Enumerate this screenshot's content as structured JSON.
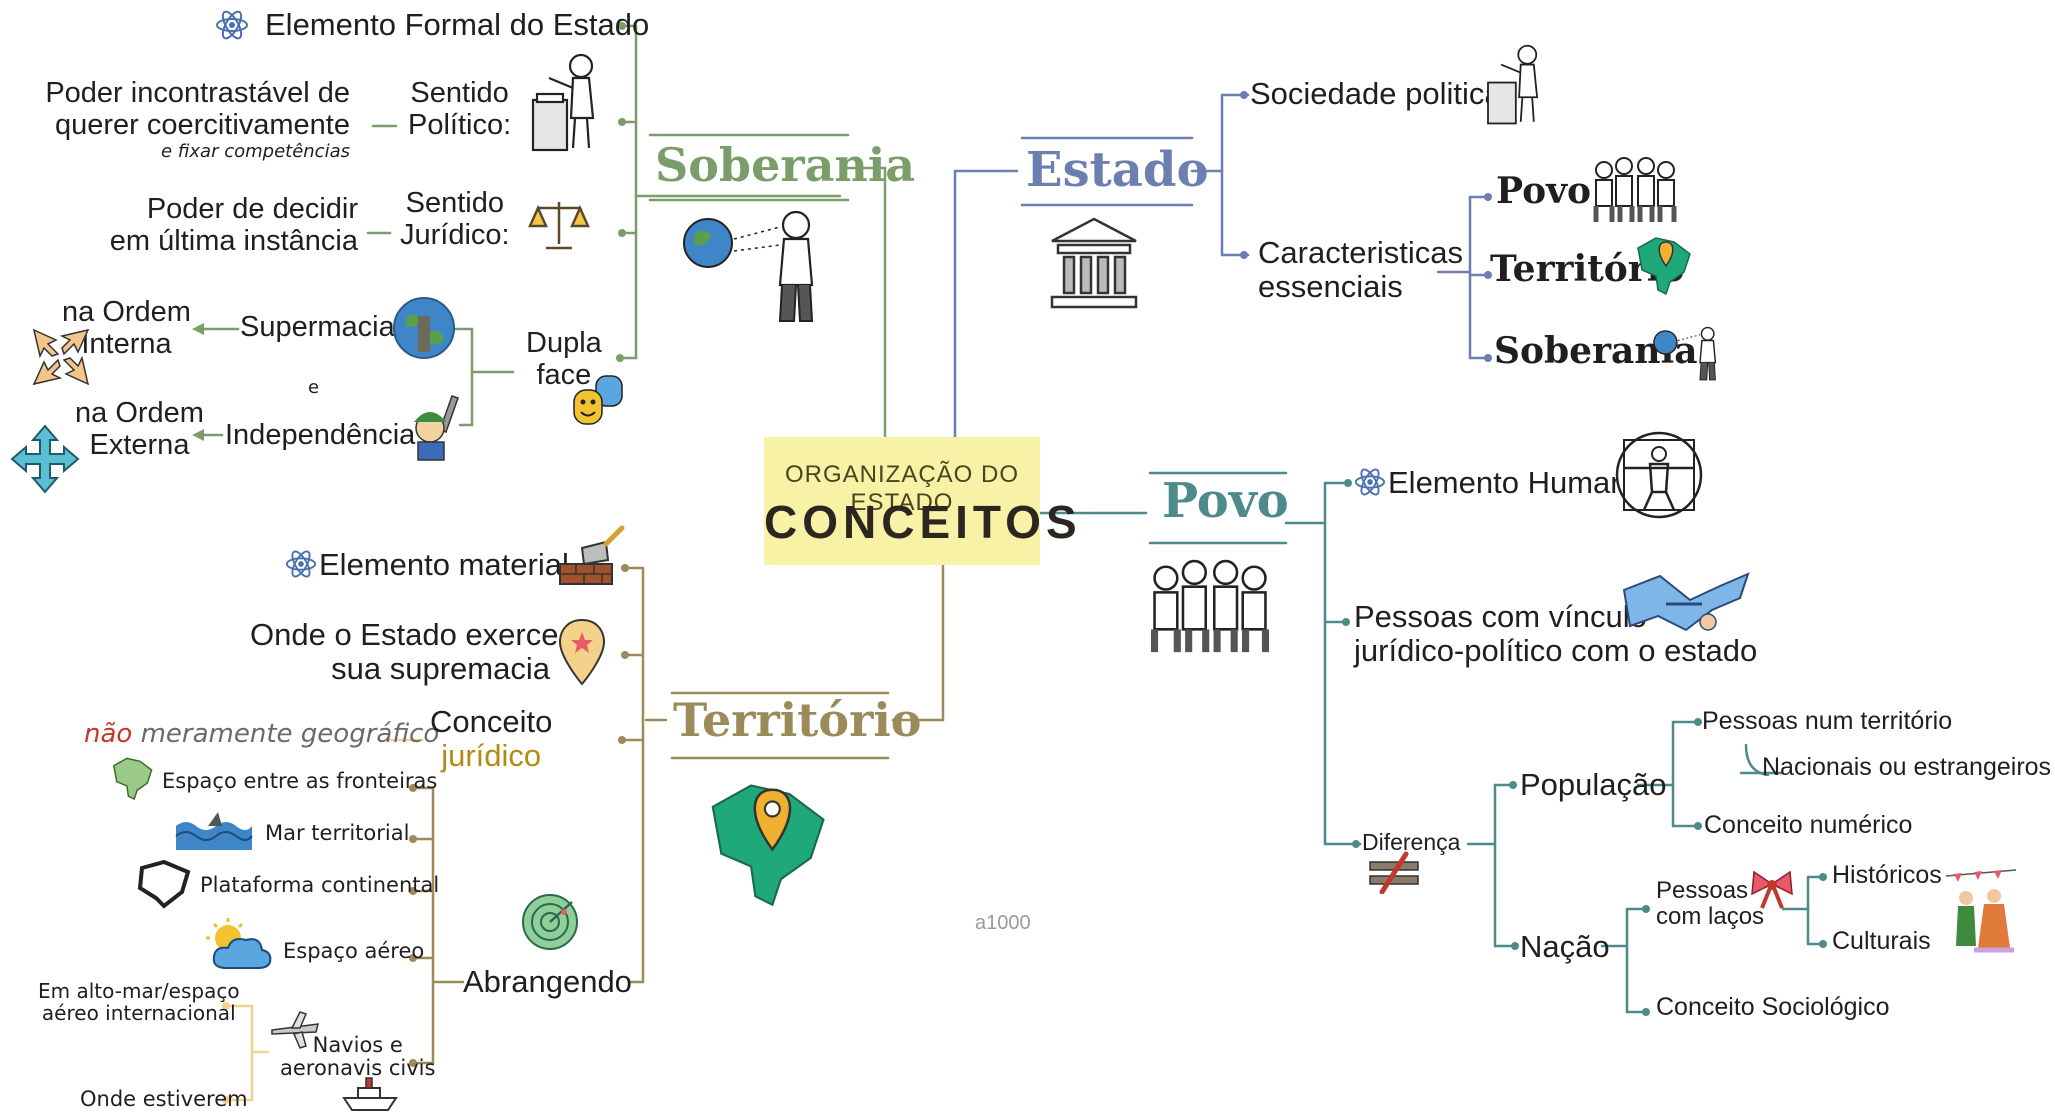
{
  "central": {
    "subtitle": "ORGANIZAÇÃO DO ESTADO",
    "title": "CONCEITOS"
  },
  "watermark": "a1000",
  "colors": {
    "soberania": "#7b9d6a",
    "estado": "#6b7fb0",
    "povo": "#4f8a8a",
    "territorio": "#9b8a5a",
    "central_bg": "#f7f2a6",
    "light_branch": "#f2d28c",
    "nao_red": "#c0392b",
    "juridico_gold": "#b08d12"
  },
  "soberania": {
    "label": "Soberania",
    "elemento": "Elemento Formal do Estado",
    "politico_label": [
      "Sentido",
      "Político:"
    ],
    "politico_def": [
      "Poder incontrastável de",
      "querer coercitivamente"
    ],
    "politico_small": "e fixar competências",
    "juridico_label": [
      "Sentido",
      "Jurídico:"
    ],
    "juridico_def": [
      "Poder de decidir",
      "em última instância"
    ],
    "dupla": [
      "Dupla",
      "face"
    ],
    "supremacia": "Supermacia",
    "e": "e",
    "independencia": "Independência",
    "interna": [
      "na Ordem",
      "Interna"
    ],
    "externa": [
      "na Ordem",
      "Externa"
    ]
  },
  "estado": {
    "label": "Estado",
    "sociedade": "Sociedade politica",
    "caracteristicas": [
      "Caracteristicas",
      "essenciais"
    ],
    "povo": "Povo",
    "territorio": "Território",
    "soberania": "Soberania"
  },
  "povo": {
    "label": "Povo",
    "elemento": "Elemento Humano",
    "pessoas": [
      "Pessoas com vínculo",
      "jurídico-político com o estado"
    ],
    "diferenca": "Diferença",
    "populacao": "População",
    "pessoas_territorio": "Pessoas num território",
    "nacionais": "Nacionais ou estrangeiros",
    "numerico": "Conceito numérico",
    "nacao": "Nação",
    "lacos": [
      "Pessoas",
      "com laços"
    ],
    "historicos": "Históricos",
    "culturais": "Culturais",
    "sociologico": "Conceito Sociológico"
  },
  "territorio": {
    "label": "Território",
    "elemento": "Elemento material",
    "onde": [
      "Onde o Estado exerce",
      "sua supremacia"
    ],
    "nao": "não",
    "meramente": "meramente geográfico",
    "conceito": "Conceito",
    "juridico": "jurídico",
    "abrangendo": "Abrangendo",
    "espaco_fronteiras": "Espaço entre as fronteiras",
    "mar": "Mar territorial",
    "plataforma": "Plataforma continental",
    "aereo": "Espaço aéreo",
    "navios": [
      "Navios e",
      "aeronavis civis"
    ],
    "alto_mar": [
      "Em alto-mar/espaço",
      "aéreo internacional"
    ],
    "onde_estiverem": "Onde estiverem"
  }
}
